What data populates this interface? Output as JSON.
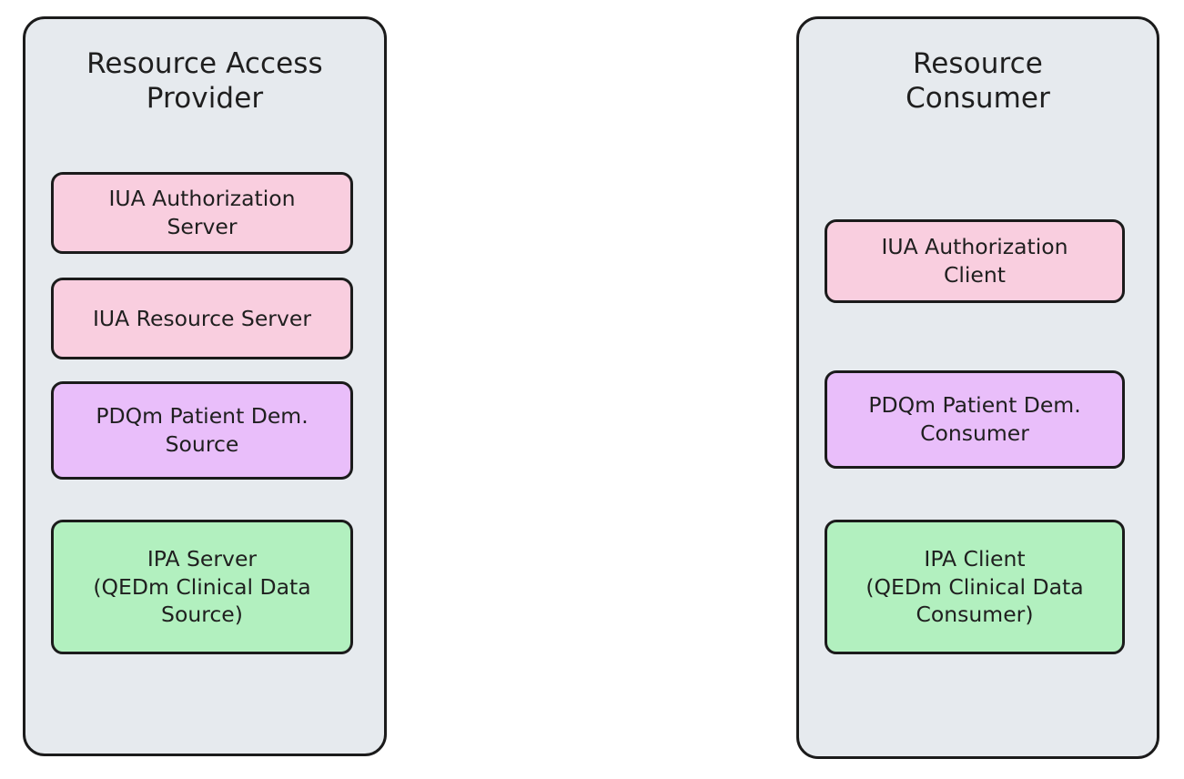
{
  "diagram": {
    "type": "grouped-block-diagram",
    "background_color": "#ffffff",
    "groups": [
      {
        "id": "resource-access-provider",
        "title": "Resource Access\nProvider",
        "fill_color": "#E6EAEE",
        "border_color": "#1b1b1b",
        "nodes": [
          {
            "id": "iua-authorization-server",
            "label": "IUA Authorization\nServer",
            "color_name": "pink",
            "fill_color": "#F9CEDF"
          },
          {
            "id": "iua-resource-server",
            "label": "IUA Resource Server",
            "color_name": "pink",
            "fill_color": "#F9CEDF"
          },
          {
            "id": "pdqm-patient-dem-source",
            "label": "PDQm Patient Dem.\nSource",
            "color_name": "purple",
            "fill_color": "#E9BEFA"
          },
          {
            "id": "ipa-server",
            "label": "IPA Server\n(QEDm Clinical Data\nSource)",
            "color_name": "green",
            "fill_color": "#B2F0BF"
          }
        ]
      },
      {
        "id": "resource-consumer",
        "title": "Resource\nConsumer",
        "fill_color": "#E6EAEE",
        "border_color": "#1b1b1b",
        "nodes": [
          {
            "id": "iua-authorization-client",
            "label": "IUA Authorization\nClient",
            "color_name": "pink",
            "fill_color": "#F9CEDF"
          },
          {
            "id": "pdqm-patient-dem-consumer",
            "label": "PDQm Patient Dem.\nConsumer",
            "color_name": "purple",
            "fill_color": "#E9BEFA"
          },
          {
            "id": "ipa-client",
            "label": "IPA Client\n(QEDm Clinical Data\nConsumer)",
            "color_name": "green",
            "fill_color": "#B2F0BF"
          }
        ]
      }
    ]
  }
}
